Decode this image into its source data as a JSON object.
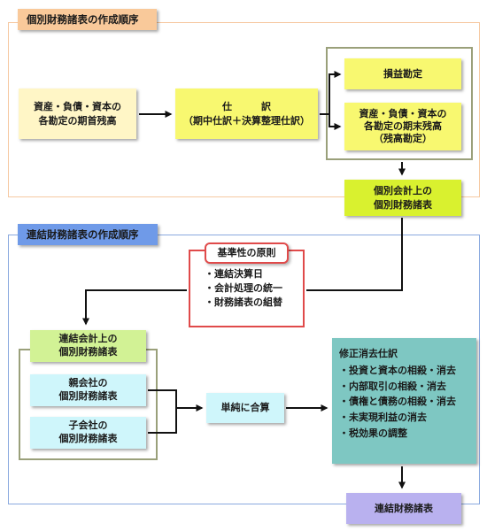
{
  "individual": {
    "title": "個別財務諸表の作成順序",
    "opening": [
      "資産・負債・資本の",
      "各勘定の期首残高"
    ],
    "journal": {
      "line1": "仕　　　訳",
      "line2": "（期中仕訳＋決算整理仕訳）"
    },
    "pl": "損益勘定",
    "closing": [
      "資産・負債・資本の",
      "各勘定の期末残高",
      "（残高勘定）"
    ],
    "result": [
      "個別会計上の",
      "個別財務諸表"
    ]
  },
  "consolidated": {
    "title": "連結財務諸表の作成順序",
    "principle": {
      "title": "基準性の原則",
      "items": [
        "・連結決算日",
        "・会計処理の統一",
        "・財務諸表の組替"
      ]
    },
    "input_title": [
      "連結会計上の",
      "個別財務諸表"
    ],
    "parent": [
      "親会社の",
      "個別財務諸表"
    ],
    "child": [
      "子会社の",
      "個別財務諸表"
    ],
    "sum": "単純に合算",
    "adjust": {
      "title": "修正消去仕訳",
      "items": [
        "・投資と資本の相殺・消去",
        "・内部取引の相殺・消去",
        "・債権と債務の相殺・消去",
        "・未実現利益の消去",
        "・税効果の調整"
      ]
    },
    "result": "連結財務諸表"
  },
  "colors": {
    "orange_frame": "#f6c9a2",
    "orange_tab": "#f9c99a",
    "blue_frame": "#8aa9df",
    "blue_tab": "#6f9ae8",
    "yellow_light": "#fff6c6",
    "yellow": "#f8f870",
    "green_yellow": "#d9f12f",
    "olive_frame": "#9aa07a",
    "red_frame": "#e04a4a",
    "cyan": "#cff6fb",
    "teal": "#7ec7c2",
    "lavender": "#b9b1ef",
    "olive_tab": "#d2f295"
  }
}
